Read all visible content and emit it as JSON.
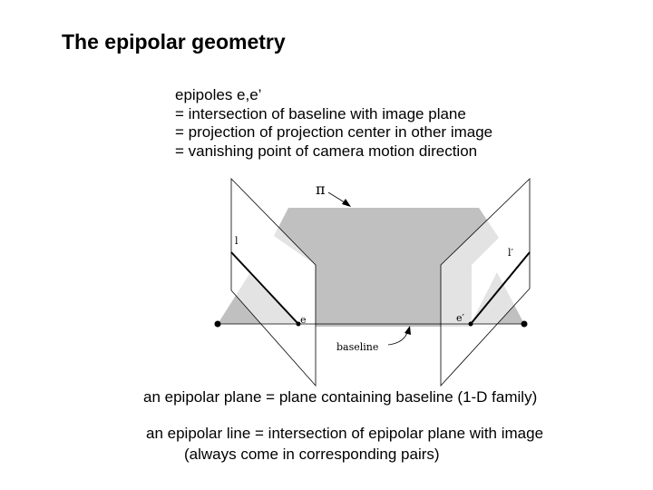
{
  "title": "The epipolar geometry",
  "definition_lines": [
    "epipoles e,e’",
    "= intersection of baseline with image plane",
    "= projection of projection center in other image",
    "= vanishing point of camera motion direction"
  ],
  "figure": {
    "plane_label": "π",
    "left_line_label": "l",
    "right_line_label": "l′",
    "left_epipole_label": "e",
    "right_epipole_label": "e′",
    "baseline_label": "baseline",
    "fill_color": "#c0c0c0"
  },
  "captions": {
    "epipolar_plane": "an epipolar plane = plane containing baseline (1-D family)",
    "epipolar_line_1": "an epipolar line = intersection of epipolar plane with image",
    "epipolar_line_2": "(always come in corresponding pairs)"
  }
}
